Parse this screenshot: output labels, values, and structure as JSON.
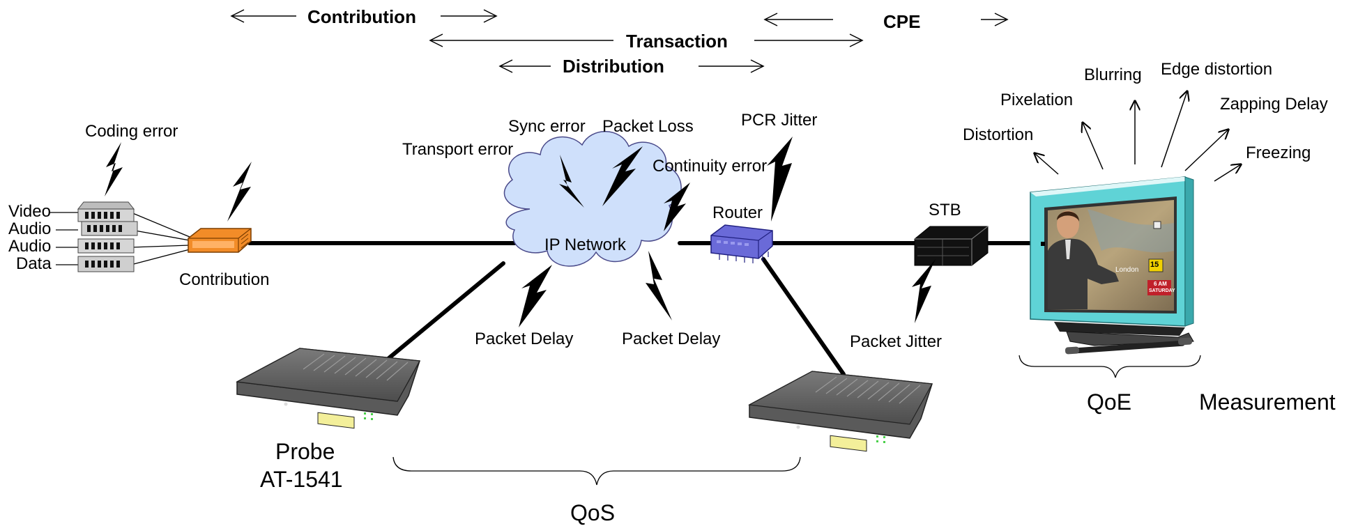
{
  "scope": {
    "contribution": "Contribution",
    "transaction": "Transaction",
    "distribution": "Distribution",
    "cpe": "CPE"
  },
  "sources": {
    "video": "Video",
    "audio1": "Audio",
    "audio2": "Audio",
    "data": "Data"
  },
  "nodes": {
    "contribution": "Contribution",
    "ip_network": "IP Network",
    "router": "Router",
    "stb": "STB",
    "probe_name": "Probe",
    "probe_model": "AT-1541"
  },
  "errors": {
    "coding": "Coding error",
    "transport": "Transport error",
    "sync": "Sync error",
    "packet_loss": "Packet Loss",
    "continuity": "Continuity error",
    "pcr_jitter": "PCR Jitter",
    "packet_delay_1": "Packet Delay",
    "packet_delay_2": "Packet Delay",
    "packet_jitter": "Packet Jitter"
  },
  "qoe_effects": {
    "distortion": "Distortion",
    "pixelation": "Pixelation",
    "blurring": "Blurring",
    "edge_distortion": "Edge distortion",
    "zapping_delay": "Zapping Delay",
    "freezing": "Freezing"
  },
  "tv_overlay": {
    "city": "London",
    "badge": "15",
    "time": "6 AM",
    "day": "SATURDAY"
  },
  "labels": {
    "qos": "QoS",
    "qoe": "QoE",
    "measurement": "Measurement"
  },
  "colors": {
    "cloud": "#cfe0fb",
    "contribution_device": "#f28c28",
    "router": "#6a6ad8",
    "probe": "#5a5a5a",
    "monitor_frame": "#5fd3d6"
  }
}
